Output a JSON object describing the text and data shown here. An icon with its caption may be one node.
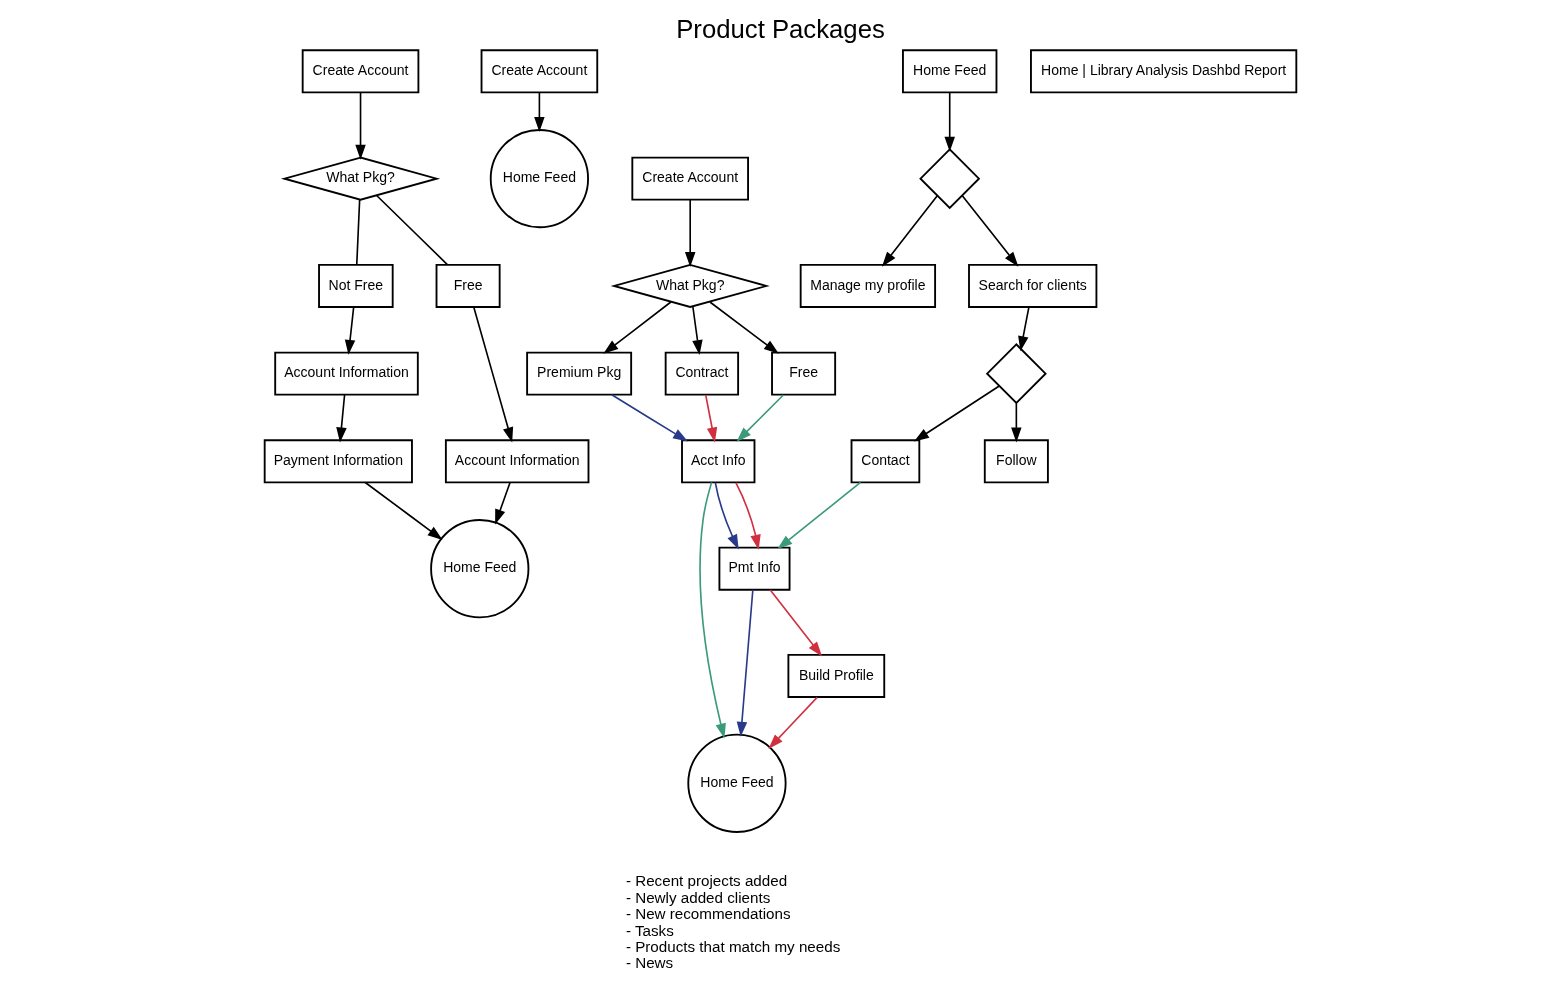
{
  "diagram": {
    "title": "Product Packages",
    "nodes": [
      {
        "text": [
          "Create Account"
        ]
      },
      {
        "text": [
          "What Pkg?"
        ]
      },
      {
        "text": [
          "Not Free"
        ]
      },
      {
        "text": [
          "Free"
        ]
      },
      {
        "text": [
          "Account Information"
        ]
      },
      {
        "text": [
          "Account Information"
        ]
      },
      {
        "text": [
          "Payment Information"
        ]
      },
      {
        "text": [
          "Home Feed"
        ]
      },
      {
        "text": [
          "Create Account"
        ]
      },
      {
        "text": [
          "Home Feed"
        ]
      },
      {
        "text": [
          "Create Account"
        ]
      },
      {
        "text": [
          "What Pkg?"
        ]
      },
      {
        "text": [
          "Free"
        ]
      },
      {
        "text": [
          "Premium Pkg"
        ]
      },
      {
        "text": [
          "Contract"
        ]
      },
      {
        "text": [
          "Acct Info"
        ]
      },
      {
        "text": [
          "Pmt Info"
        ]
      },
      {
        "text": [
          "Build Profile"
        ]
      },
      {
        "text": [
          "Home Feed"
        ]
      },
      {
        "text": [
          "Home Feed"
        ]
      },
      {
        "text": [],
        "shape": "diamond"
      },
      {
        "text": [
          "Search for clients"
        ]
      },
      {
        "text": [
          "Manage my profile"
        ]
      },
      {
        "text": [],
        "shape": "diamond"
      },
      {
        "text": [
          "Follow"
        ]
      },
      {
        "text": [
          "Contact"
        ]
      },
      {
        "text": [
          "Home | Library Analysis Dashbd Report"
        ]
      }
    ],
    "edges": [
      {
        "from": 0,
        "to": 1,
        "arrow": "to"
      },
      {
        "from": 1,
        "to": 2,
        "arrow": "none"
      },
      {
        "from": 1,
        "to": 3,
        "arrow": "none"
      },
      {
        "from": 2,
        "to": 4,
        "arrow": "to"
      },
      {
        "from": 3,
        "to": 5,
        "arrow": "to"
      },
      {
        "from": 4,
        "to": 6,
        "arrow": "to"
      },
      {
        "from": 6,
        "to": 7,
        "arrow": "to"
      },
      {
        "from": 5,
        "to": 7,
        "arrow": "to"
      },
      {
        "from": 8,
        "to": 9,
        "arrow": "to"
      },
      {
        "from": 10,
        "to": 11,
        "arrow": "to"
      },
      {
        "from": 11,
        "to": 12,
        "arrow": "to"
      },
      {
        "from": 11,
        "to": 13,
        "arrow": "to"
      },
      {
        "from": 11,
        "to": 14,
        "arrow": "to"
      },
      {
        "from": 12,
        "to": 15,
        "arrow": "to",
        "color": "#3a9a7a"
      },
      {
        "from": 13,
        "to": 15,
        "arrow": "to",
        "color": "#2a3a8a"
      },
      {
        "from": 14,
        "to": 15,
        "arrow": "to",
        "color": "#d03040"
      },
      {
        "from": 15,
        "to": 16,
        "arrow": "to",
        "color": "#2a3a8a"
      },
      {
        "from": 15,
        "to": 16,
        "arrow": "to",
        "color": "#d03040"
      },
      {
        "from": 15,
        "to": 18,
        "arrow": "to",
        "color": "#3a9a7a"
      },
      {
        "from": 16,
        "to": 18,
        "arrow": "to",
        "color": "#2a3a8a"
      },
      {
        "from": 16,
        "to": 17,
        "arrow": "to",
        "color": "#d03040"
      },
      {
        "from": 17,
        "to": 18,
        "arrow": "to",
        "color": "#d03040"
      },
      {
        "from": 25,
        "to": 16,
        "arrow": "to",
        "color": "#3a9a7a"
      },
      {
        "from": 19,
        "to": 20,
        "arrow": "to"
      },
      {
        "from": 20,
        "to": 21,
        "arrow": "to"
      },
      {
        "from": 20,
        "to": 22,
        "arrow": "to"
      },
      {
        "from": 21,
        "to": 23,
        "arrow": "to"
      },
      {
        "from": 23,
        "to": 24,
        "arrow": "to"
      },
      {
        "from": 23,
        "to": 25,
        "arrow": "to"
      }
    ],
    "labels": [
      "- Recent projects added",
      "- Newly added clients",
      "- New recommendations",
      "- Tasks",
      "- Products that match my needs",
      "- News"
    ]
  }
}
